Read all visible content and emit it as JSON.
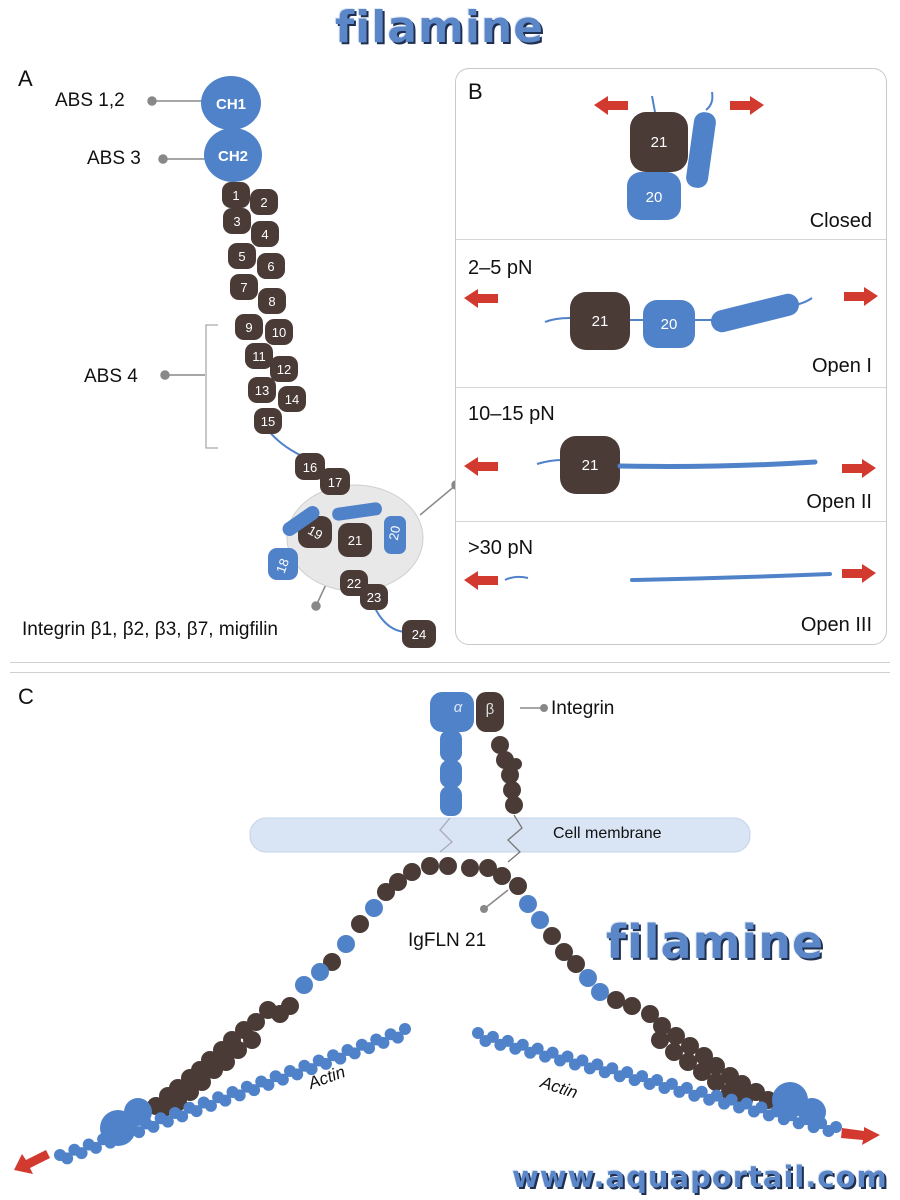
{
  "watermark_title": "filamine",
  "watermark_mid": "filamine",
  "website": "www.aquaportail.com",
  "panels": {
    "a": "A",
    "b": "B",
    "c": "C"
  },
  "panel_a": {
    "abs12": "ABS 1,2",
    "abs3": "ABS 3",
    "abs4": "ABS 4",
    "ch1": "CH1",
    "ch2": "CH2",
    "integrin_binders": "Integrin β1, β2, β3, β7, migfilin",
    "domains": [
      "1",
      "2",
      "3",
      "4",
      "5",
      "6",
      "7",
      "8",
      "9",
      "10",
      "11",
      "12",
      "13",
      "14",
      "15",
      "16",
      "17",
      "18",
      "19",
      "20",
      "21",
      "22",
      "23",
      "24"
    ]
  },
  "panel_b": {
    "closed": "Closed",
    "force1": "2–5 pN",
    "state1": "Open I",
    "force2": "10–15 pN",
    "state2": "Open II",
    "force3": ">30 pN",
    "state3": "Open III",
    "d21": "21",
    "d20": "20"
  },
  "panel_c": {
    "alpha": "α",
    "beta": "β",
    "integrin": "Integrin",
    "membrane": "Cell membrane",
    "igfln": "IgFLN 21",
    "actin_left": "Actin",
    "actin_right": "Actin"
  },
  "colors": {
    "dark_domain": "#4a3b37",
    "blue_domain": "#4f82c9",
    "arrow": "#d23a30",
    "membrane": "#d9e5f4",
    "watermark": "#5b86c7"
  }
}
